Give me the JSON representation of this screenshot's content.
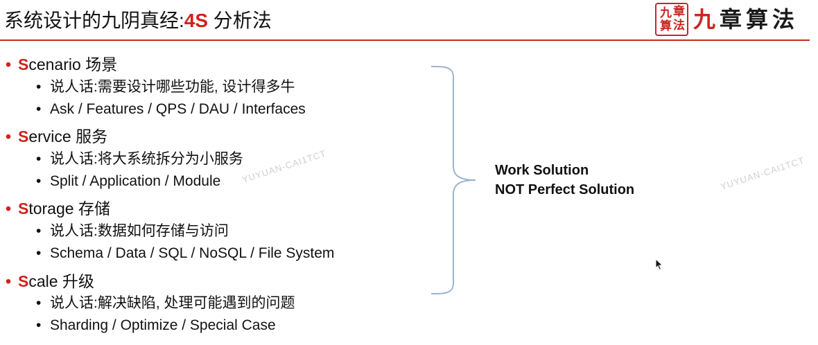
{
  "slide": {
    "title": {
      "prefix": "系统设计的九阴真经:",
      "highlight": "4S",
      "suffix": " 分析法"
    },
    "logo": {
      "seal_chars": [
        "九",
        "章",
        "算",
        "法"
      ],
      "text_chars": [
        "九",
        "章",
        "算",
        "法"
      ]
    },
    "sections": [
      {
        "initial": "S",
        "rest": "cenario 场景",
        "items": [
          "说人话:需要设计哪些功能, 设计得多牛",
          "Ask / Features / QPS / DAU / Interfaces"
        ]
      },
      {
        "initial": "S",
        "rest": "ervice 服务",
        "items": [
          "说人话:将大系统拆分为小服务",
          "Split / Application / Module"
        ]
      },
      {
        "initial": "S",
        "rest": "torage 存储",
        "items": [
          "说人话:数据如何存储与访问",
          "Schema / Data / SQL / NoSQL / File System"
        ]
      },
      {
        "initial": "S",
        "rest": "cale 升级",
        "items": [
          "说人话:解决缺陷, 处理可能遇到的问题",
          "Sharding / Optimize / Special Case"
        ]
      }
    ],
    "conclusion": [
      "Work Solution",
      "NOT Perfect Solution"
    ],
    "watermarks": [
      "YUYUAN-CAI1TCT",
      "YUYUAN-CAI1TCT"
    ],
    "colors": {
      "accent": "#d1221c",
      "rule": "#c8261f",
      "brace": "#9bb3d0",
      "text": "#111111"
    }
  }
}
